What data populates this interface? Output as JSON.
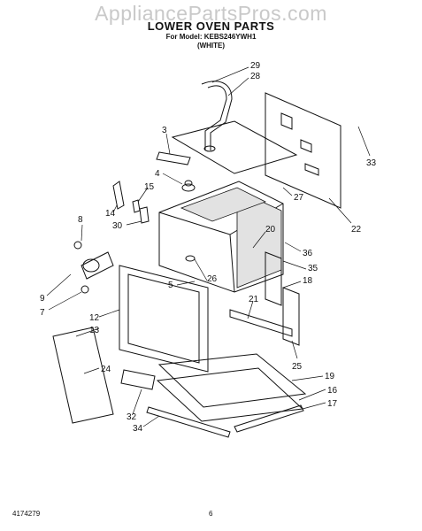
{
  "watermark": "AppliancePartsPros.com",
  "title": "LOWER OVEN PARTS",
  "model_line": "For Model: KEBS246YWH1",
  "color_line": "(WHITE)",
  "footer": {
    "doc_number": "4174279",
    "page": "6"
  },
  "callouts": [
    "29",
    "28",
    "3",
    "33",
    "4",
    "15",
    "27",
    "14",
    "8",
    "30",
    "22",
    "20",
    "36",
    "35",
    "26",
    "18",
    "5",
    "9",
    "7",
    "21",
    "12",
    "13",
    "24",
    "25",
    "19",
    "16",
    "17",
    "32",
    "34"
  ]
}
